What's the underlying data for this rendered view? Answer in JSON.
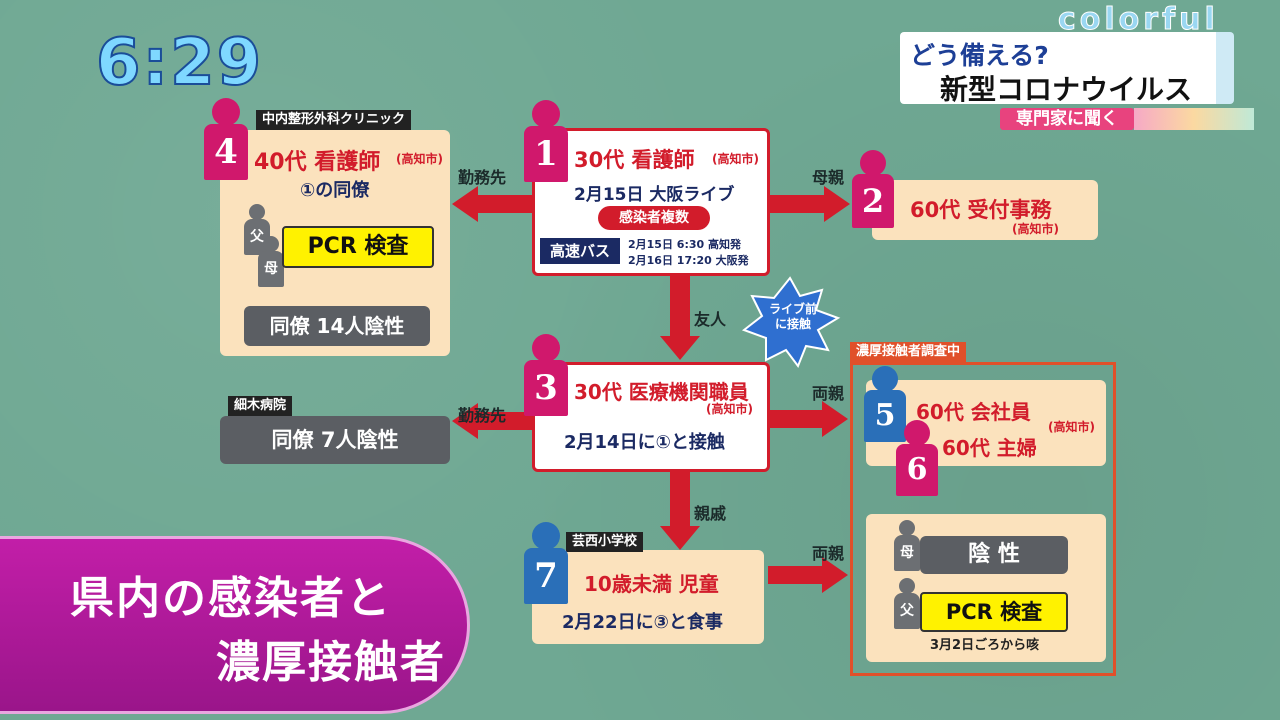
{
  "clock": "6:29",
  "brand": "colorful",
  "header": {
    "line1": "どう備える?",
    "line2": "新型コロナウイルス",
    "sub": "専門家に聞く"
  },
  "caption": {
    "line1": "県内の感染者と",
    "line2": "濃厚接触者"
  },
  "c1": {
    "num": "1",
    "age": "30代 看護師",
    "city": "(高知市)",
    "event": "2月15日 大阪ライブ",
    "badge": "感染者複数",
    "bus_label": "高速バス",
    "bus1": "2月15日 6:30 高知発",
    "bus2": "2月16日 17:20 大阪発"
  },
  "c2": {
    "num": "2",
    "age": "60代 受付事務",
    "city": "(高知市)"
  },
  "c3": {
    "num": "3",
    "age": "30代 医療機関職員",
    "city": "(高知市)",
    "note": "2月14日に①と接触"
  },
  "c4": {
    "num": "4",
    "tag": "中内整形外科クリニック",
    "age": "40代 看護師",
    "city": "(高知市)",
    "note": "①の同僚",
    "father": "父",
    "mother": "母",
    "pcr": "PCR 検査",
    "colleagues": "同僚 14人陰性"
  },
  "c7": {
    "num": "7",
    "tag": "芸西小学校",
    "age": "10歳未満 児童",
    "note": "2月22日に③と食事"
  },
  "hosono": {
    "tag": "細木病院",
    "result": "同僚 7人陰性"
  },
  "contacts": {
    "tag": "濃厚接触者調査中",
    "n5": "5",
    "n6": "6",
    "p5": "60代 会社員",
    "p6": "60代 主婦",
    "city": "(高知市)",
    "mother": "母",
    "negative": "陰 性",
    "father": "父",
    "pcr": "PCR 検査",
    "note": "3月2日ごろから咳"
  },
  "arrows": {
    "workplace1": "勤務先",
    "mother_rel": "母親",
    "friend": "友人",
    "burst": "ライブ前に接触",
    "workplace2": "勤務先",
    "parents1": "両親",
    "relative": "親戚",
    "parents2": "両親"
  }
}
